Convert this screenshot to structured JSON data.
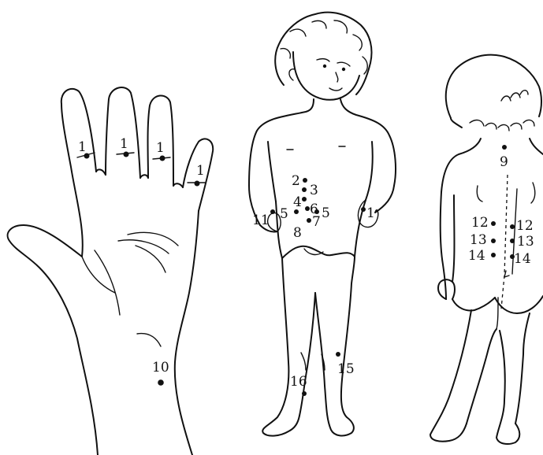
{
  "colors": {
    "ink": "#111111",
    "background": "#ffffff"
  },
  "figures": [
    {
      "name": "palm-of-hand"
    },
    {
      "name": "child-front"
    },
    {
      "name": "child-back"
    }
  ],
  "points": {
    "hand_finger_index": "1",
    "hand_finger_middle": "1",
    "hand_finger_ring": "1",
    "hand_finger_little": "1",
    "hand_wrist": "10",
    "front_2": "2",
    "front_3": "3",
    "front_4": "4",
    "front_6": "6",
    "front_5_left": "5",
    "front_5_right": "5",
    "front_7": "7",
    "front_8": "8",
    "front_1_right_hand": "1",
    "front_11_left_hand": "11",
    "front_15": "15",
    "front_16": "16",
    "back_9": "9",
    "back_12_left": "12",
    "back_12_right": "12",
    "back_13_left": "13",
    "back_13_right": "13",
    "back_14_left": "14",
    "back_14_right": "14"
  }
}
